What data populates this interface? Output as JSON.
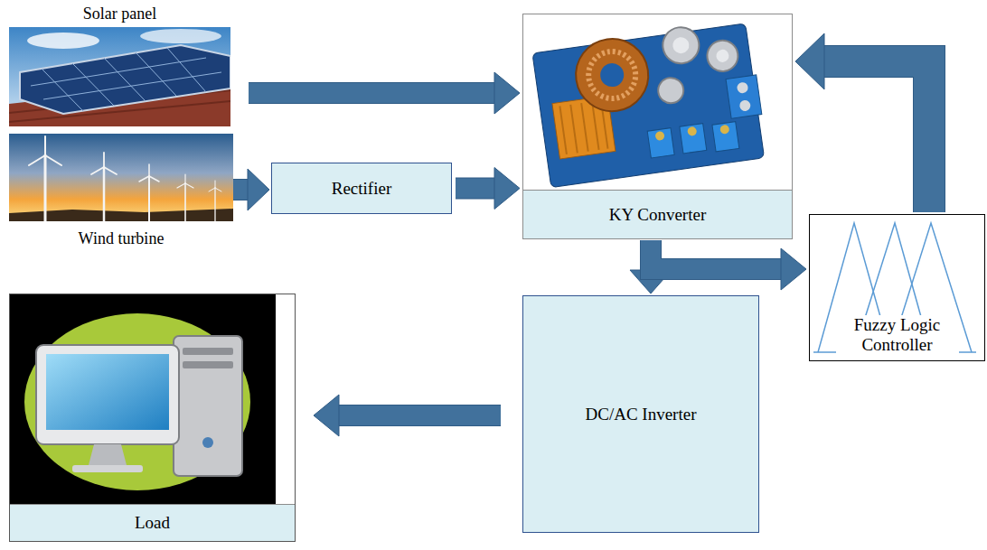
{
  "diagram": {
    "nodes": [
      {
        "text": [
          "Solar panel"
        ]
      },
      {
        "text": [
          "Wind turbine"
        ]
      },
      {
        "text": [
          "Rectifier"
        ]
      },
      {
        "text": [
          "KY Converter"
        ]
      },
      {
        "text": [
          "Fuzzy Logic Controller"
        ]
      },
      {
        "text": [
          "DC/AC Inverter"
        ]
      },
      {
        "text": [
          "Load"
        ]
      }
    ],
    "edges": [
      {
        "from": 0,
        "to": 3,
        "arrow": "to"
      },
      {
        "from": 1,
        "to": 2,
        "arrow": "to"
      },
      {
        "from": 2,
        "to": 3,
        "arrow": "to"
      },
      {
        "from": 3,
        "to": 5,
        "arrow": "to"
      },
      {
        "from": 3,
        "to": 4,
        "arrow": "to"
      },
      {
        "from": 4,
        "to": 3,
        "arrow": "to"
      },
      {
        "from": 5,
        "to": 6,
        "arrow": "to"
      }
    ]
  }
}
